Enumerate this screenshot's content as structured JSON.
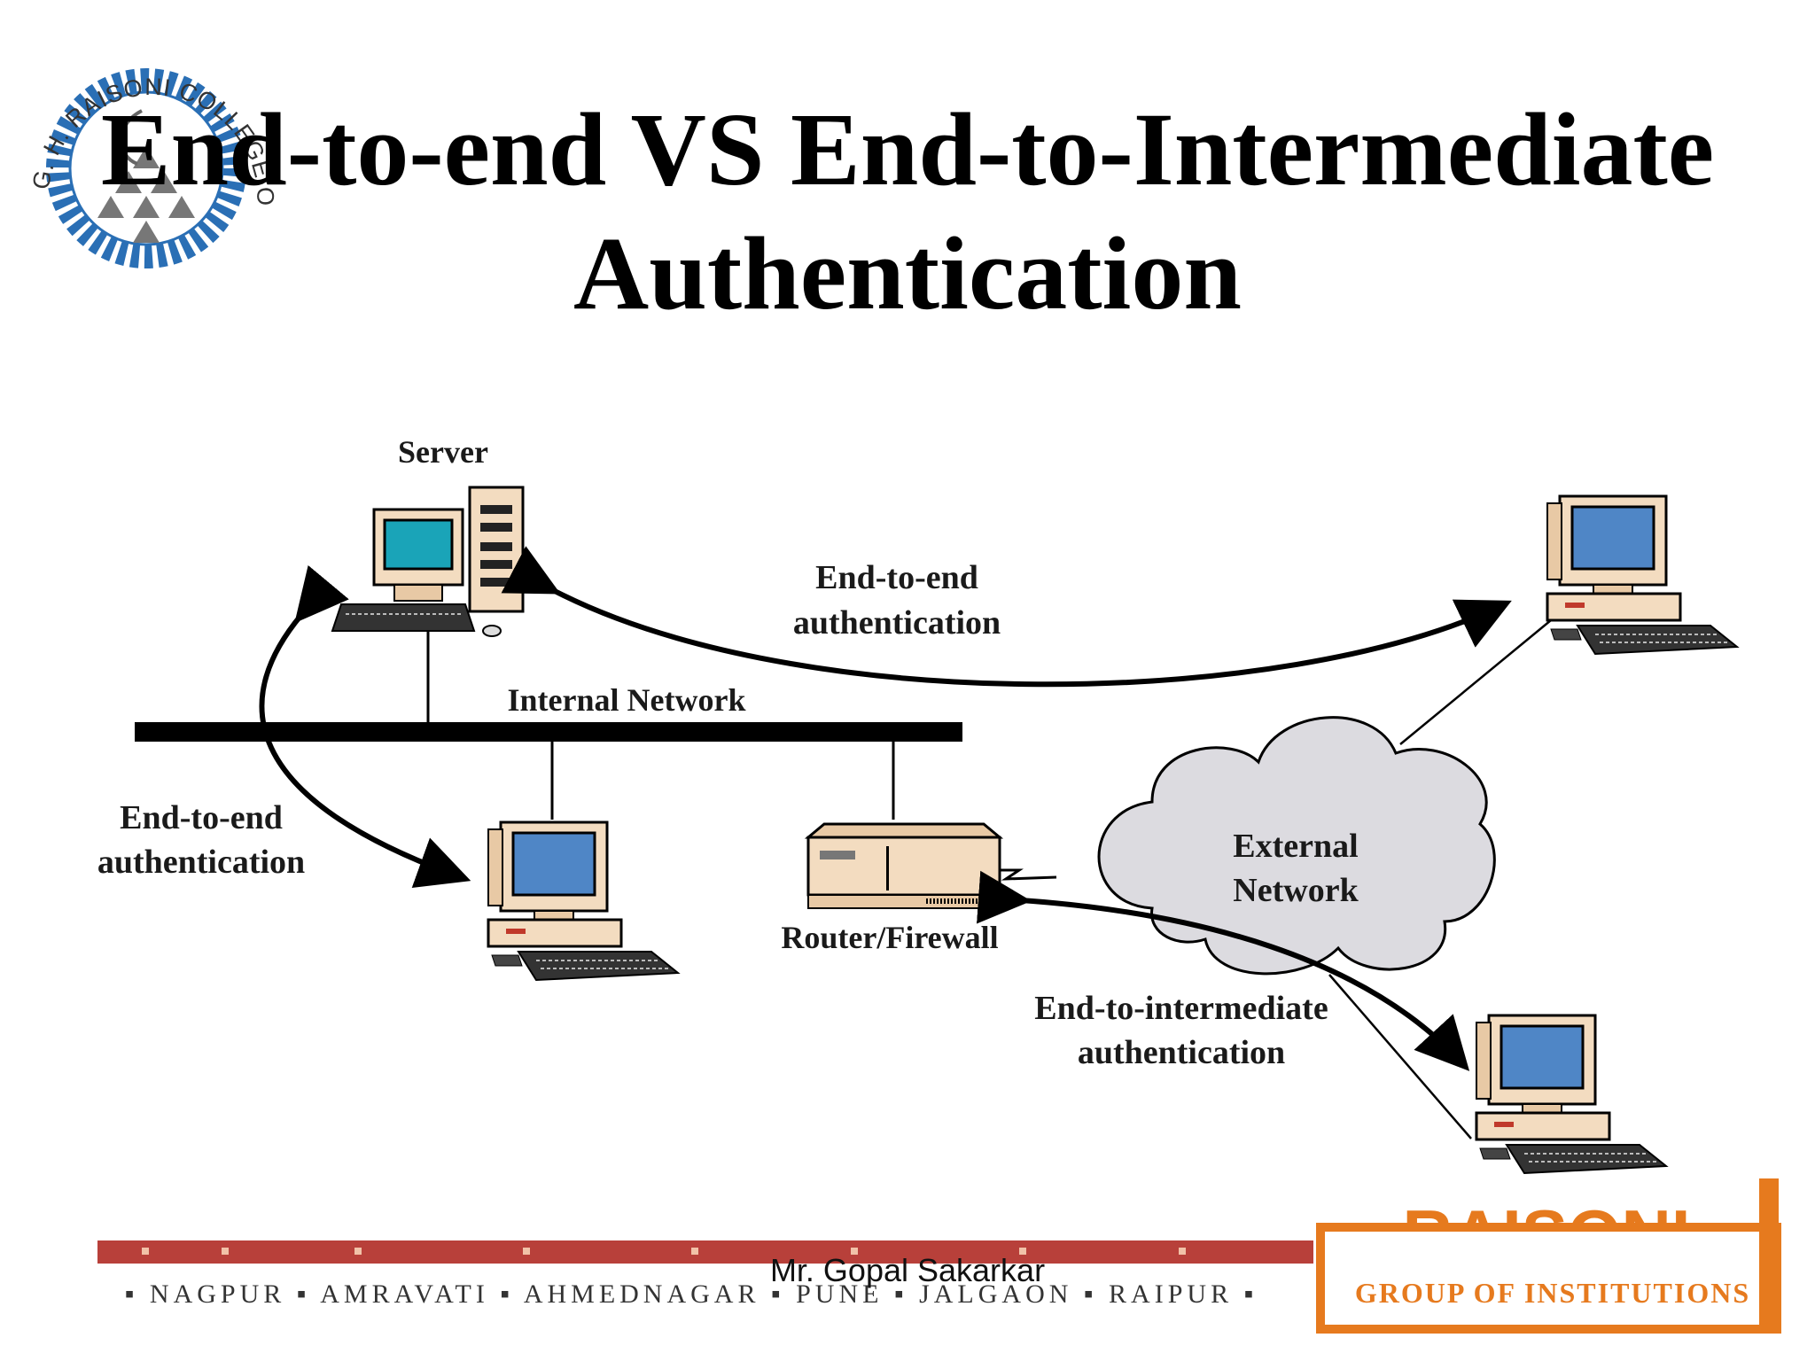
{
  "slide": {
    "title_line1": "End-to-end VS End-to-Intermediate",
    "title_line2": "Authentication",
    "author": "Mr. Gopal Sakarkar"
  },
  "logo": {
    "text": "G. H. RAISONI COLLEGE OF ENGINEERING",
    "ring_color": "#2a6fb5"
  },
  "diagram": {
    "server_label": "Server",
    "internal_network_label": "Internal Network",
    "router_label": "Router/Firewall",
    "external_network_line1": "External",
    "external_network_line2": "Network",
    "e2e_top_line1": "End-to-end",
    "e2e_top_line2": "authentication",
    "e2e_left_line1": "End-to-end",
    "e2e_left_line2": "authentication",
    "e2i_line1": "End-to-intermediate",
    "e2i_line2": "authentication"
  },
  "footer": {
    "cities": "▪ NAGPUR ▪ AMRAVATI ▪ AHMEDNAGAR ▪ PUNE ▪ JALGAON ▪ RAIPUR ▪",
    "brand_word": "RAISONI",
    "brand_sub": "GROUP OF INSTITUTIONS",
    "stripe_color": "#b8403a",
    "brand_color": "#e67a1e"
  }
}
